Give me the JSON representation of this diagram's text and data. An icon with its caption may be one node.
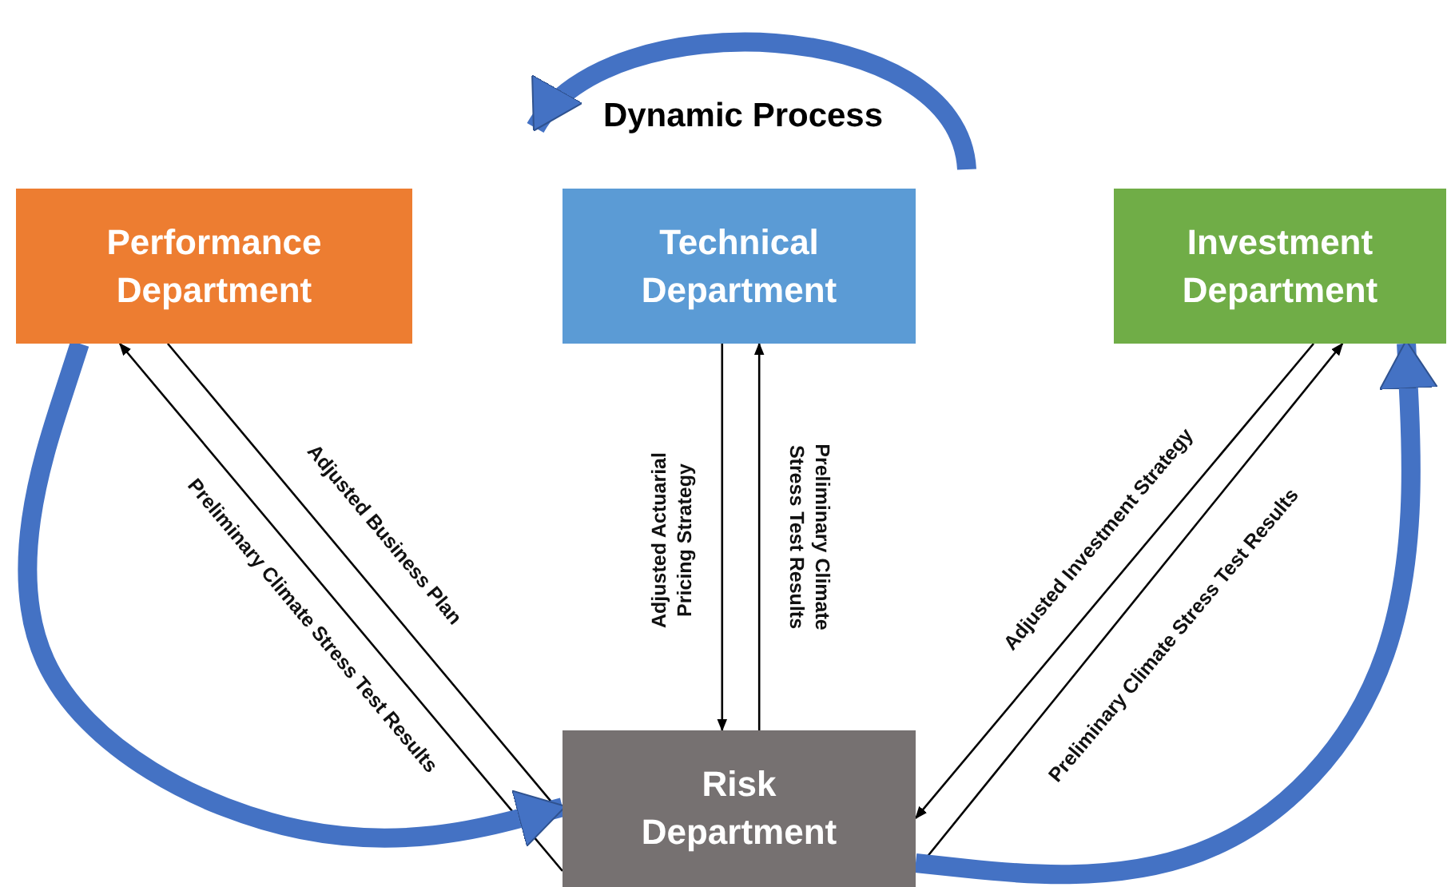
{
  "diagram": {
    "nodes": [
      {
        "text": [
          "Performance Department"
        ]
      },
      {
        "text": [
          "Technical Department"
        ]
      },
      {
        "text": [
          "Investment Department"
        ]
      },
      {
        "text": [
          "Risk Department"
        ]
      }
    ],
    "edges": [
      {
        "from": 0,
        "to": 3,
        "arrow": "to",
        "label": "Adjusted Business Plan"
      },
      {
        "from": 3,
        "to": 0,
        "arrow": "to",
        "label": "Preliminary Climate Stress Test Results"
      },
      {
        "from": 1,
        "to": 3,
        "arrow": "to",
        "label": "Adjusted Actuarial Pricing Strategy"
      },
      {
        "from": 3,
        "to": 1,
        "arrow": "to",
        "label": "Preliminary Climate Stress Test Results"
      },
      {
        "from": 2,
        "to": 3,
        "arrow": "to",
        "label": "Adjusted Investment Strategy"
      },
      {
        "from": 3,
        "to": 2,
        "arrow": "to",
        "label": "Preliminary Climate Stress Test Results"
      },
      {
        "from": 0,
        "to": 3,
        "arrow": "to",
        "style": "thick",
        "color": "#4472c4"
      },
      {
        "from": 3,
        "to": 2,
        "arrow": "to",
        "style": "thick",
        "color": "#4472c4"
      }
    ],
    "labels": [
      "Dynamic Process"
    ]
  }
}
